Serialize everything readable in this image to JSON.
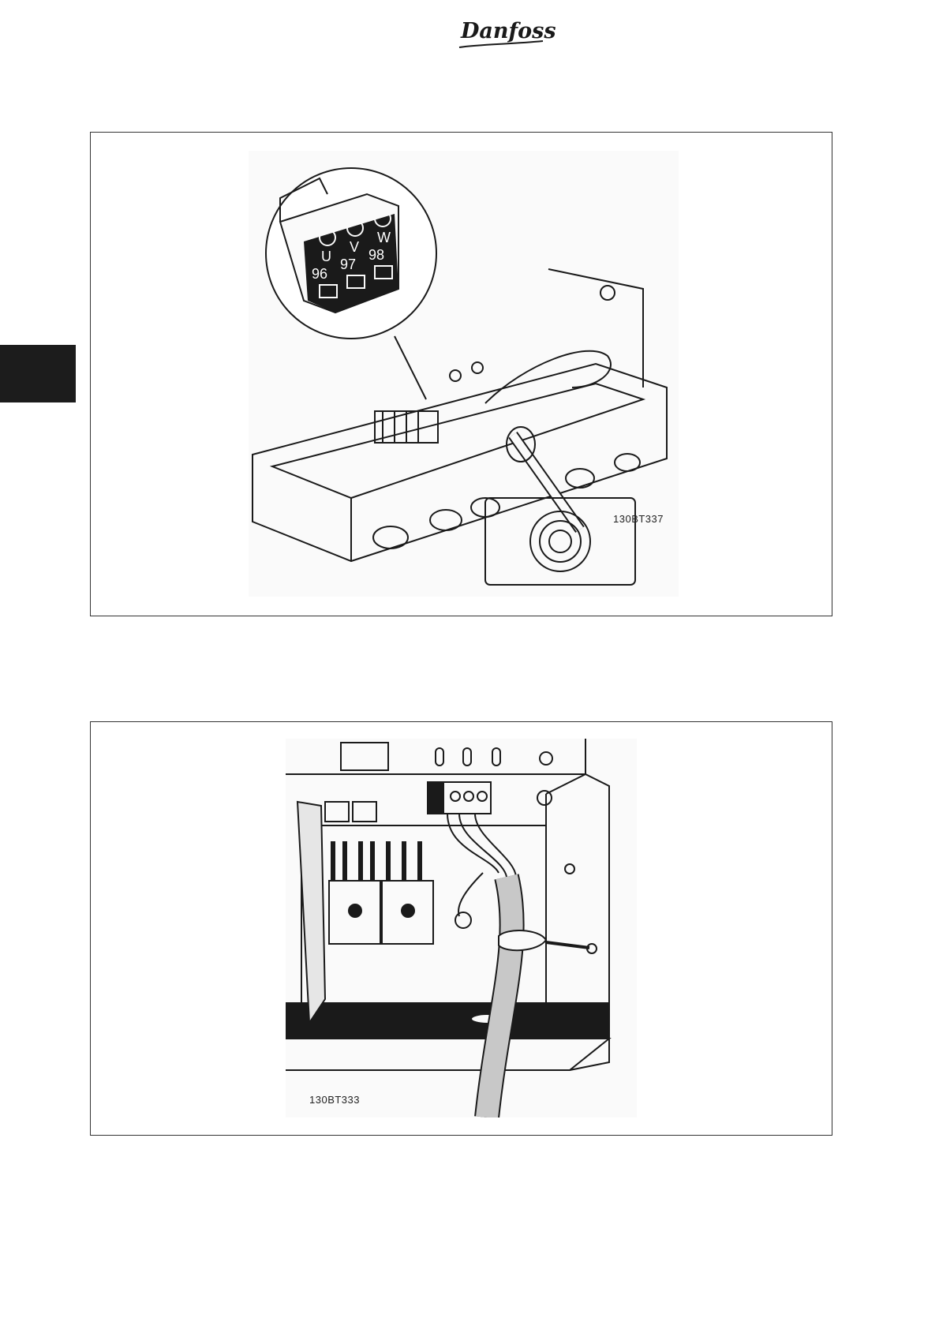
{
  "header": {
    "brand": "Danfoss"
  },
  "figure1": {
    "drawing_code": "130BT337",
    "terminal_letters": [
      "U",
      "V",
      "W"
    ],
    "terminal_numbers": [
      "96",
      "97",
      "98"
    ]
  },
  "figure2": {
    "drawing_code": "130BT333"
  },
  "colors": {
    "chapter_tab": "#1c1c1c",
    "figure_border": "#333333",
    "line_art": "#1a1a1a"
  }
}
